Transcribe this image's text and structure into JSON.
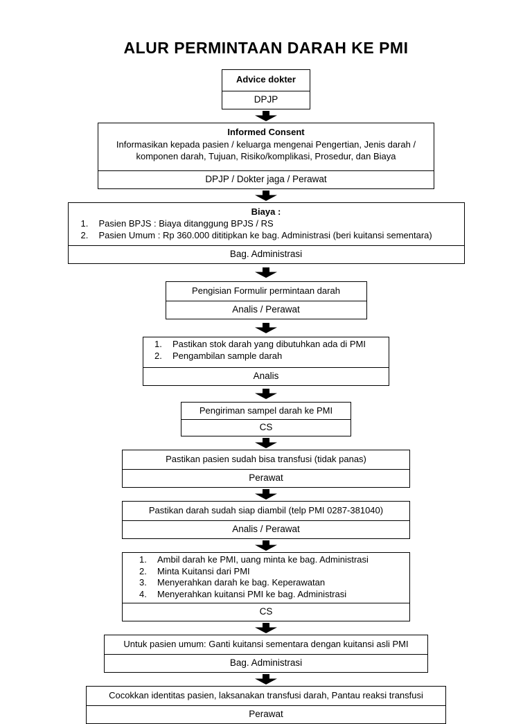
{
  "page": {
    "title": "ALUR PERMINTAAN DARAH KE PMI"
  },
  "flow": {
    "step1": {
      "heading": "Advice dokter",
      "actor": "DPJP"
    },
    "step2": {
      "heading": "Informed Consent",
      "desc": "Informasikan kepada pasien / keluarga mengenai Pengertian, Jenis darah / komponen darah, Tujuan, Risiko/komplikasi, Prosedur, dan Biaya",
      "actor": "DPJP / Dokter jaga / Perawat"
    },
    "step3": {
      "heading": "Biaya :",
      "items": [
        {
          "n": "1.",
          "text": "Pasien BPJS : Biaya ditanggung BPJS / RS"
        },
        {
          "n": "2.",
          "text": "Pasien Umum : Rp 360.000 dititipkan ke bag. Administrasi (beri kuitansi sementara)"
        }
      ],
      "actor": "Bag. Administrasi"
    },
    "step4": {
      "text": "Pengisian Formulir permintaan darah",
      "actor": "Analis / Perawat"
    },
    "step5": {
      "items": [
        {
          "n": "1.",
          "text": "Pastikan stok darah yang dibutuhkan ada di PMI"
        },
        {
          "n": "2.",
          "text": "Pengambilan sample darah"
        }
      ],
      "actor": "Analis"
    },
    "step6": {
      "text": "Pengiriman sampel darah ke PMI",
      "actor": "CS"
    },
    "step7": {
      "text": "Pastikan pasien sudah bisa transfusi (tidak panas)",
      "actor": "Perawat"
    },
    "step8": {
      "text": "Pastikan darah sudah siap diambil (telp PMI 0287-381040)",
      "actor": "Analis / Perawat"
    },
    "step9": {
      "items": [
        {
          "n": "1.",
          "text": "Ambil darah ke PMI, uang minta ke bag. Administrasi"
        },
        {
          "n": "2.",
          "text": "Minta Kuitansi dari PMI"
        },
        {
          "n": "3.",
          "text": "Menyerahkan darah ke bag. Keperawatan"
        },
        {
          "n": "4.",
          "text": "Menyerahkan kuitansi PMI ke bag. Administrasi"
        }
      ],
      "actor": "CS"
    },
    "step10": {
      "text": "Untuk pasien umum: Ganti kuitansi sementara dengan kuitansi asli PMI",
      "actor": "Bag. Administrasi"
    },
    "step11": {
      "text": "Cocokkan identitas pasien, laksanakan transfusi darah, Pantau reaksi transfusi",
      "actor": "Perawat"
    }
  }
}
